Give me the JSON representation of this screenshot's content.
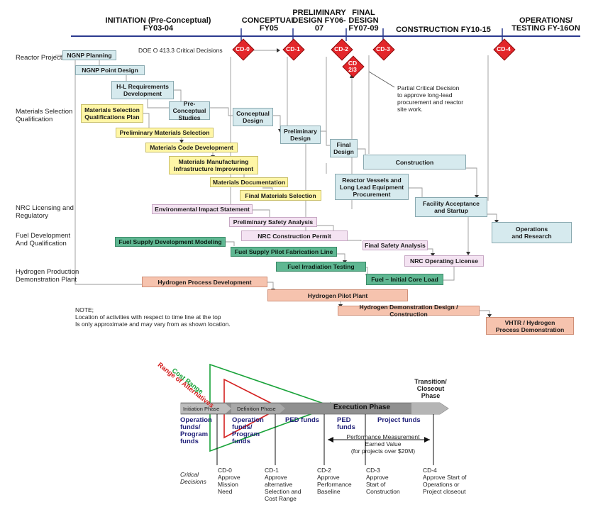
{
  "timeline": {
    "phases": [
      {
        "id": "initiation",
        "label": "INITIATION\n(Pre-Conceptual) FY03-04"
      },
      {
        "id": "conceptual",
        "label": "CONCEPTUAL\nFY05"
      },
      {
        "id": "preliminary",
        "label": "PRELIMINARY\nDESIGN\nFY06-07"
      },
      {
        "id": "final",
        "label": "FINAL\nDESIGN\nFY07-09"
      },
      {
        "id": "construction",
        "label": "CONSTRUCTION FY10-15"
      },
      {
        "id": "operations",
        "label": "OPERATIONS/\nTESTING FY-16ON"
      }
    ],
    "doe_label": "DOE O 413.3 Critical Decisions",
    "cd_markers": [
      {
        "id": "cd0",
        "label": "CD-0"
      },
      {
        "id": "cd1",
        "label": "CD-1"
      },
      {
        "id": "cd2",
        "label": "CD-2"
      },
      {
        "id": "cd3",
        "label": "CD-3"
      },
      {
        "id": "cd23",
        "label": "CD\n2/3"
      },
      {
        "id": "cd4",
        "label": "CD-4"
      }
    ],
    "partial_note": "Partial Critical Decision\nto approve long-lead\nprocurement and reactor\nsite work."
  },
  "categories": [
    {
      "id": "reactor",
      "label": "Reactor Project"
    },
    {
      "id": "materials",
      "label": "Materials Selection\nQualification"
    },
    {
      "id": "nrc",
      "label": "NRC Licensing and\nRegulatory"
    },
    {
      "id": "fuel",
      "label": "Fuel Development\nAnd Qualification"
    },
    {
      "id": "hydrogen",
      "label": "Hydrogen Production\nDemonstration Plant"
    }
  ],
  "activities": [
    {
      "id": "ngnp-planning",
      "label": "NGNP Planning",
      "color": "blue"
    },
    {
      "id": "ngnp-point",
      "label": "NGNP Point Design",
      "color": "blue"
    },
    {
      "id": "hl-req",
      "label": "H-L Requirements\nDevelopment",
      "color": "blue"
    },
    {
      "id": "pre-conceptual",
      "label": "Pre-Conceptual\nStudies",
      "color": "blue"
    },
    {
      "id": "conceptual-design",
      "label": "Conceptual\nDesign",
      "color": "blue"
    },
    {
      "id": "preliminary-design",
      "label": "Preliminary\nDesign",
      "color": "blue"
    },
    {
      "id": "final-design",
      "label": "Final\nDesign",
      "color": "blue"
    },
    {
      "id": "construction",
      "label": "Construction",
      "color": "blue"
    },
    {
      "id": "reactor-vessels",
      "label": "Reactor Vessels and\nLong  Lead Equipment\nProcurement",
      "color": "blue"
    },
    {
      "id": "facility-acceptance",
      "label": "Facility Acceptance\nand Startup",
      "color": "blue"
    },
    {
      "id": "operations-research",
      "label": "Operations\nand Research",
      "color": "blue"
    },
    {
      "id": "mat-sel-plan",
      "label": "Materials Selection\nQualifications Plan",
      "color": "yellow"
    },
    {
      "id": "prelim-mat",
      "label": "Preliminary Materials Selection",
      "color": "yellow"
    },
    {
      "id": "mat-code",
      "label": "Materials Code Development",
      "color": "yellow"
    },
    {
      "id": "mat-mfg",
      "label": "Materials Manufacturing\nInfrastructure Improvement",
      "color": "yellow"
    },
    {
      "id": "mat-doc",
      "label": "Materials Documentation",
      "color": "yellow"
    },
    {
      "id": "final-mat",
      "label": "Final Materials Selection",
      "color": "yellow"
    },
    {
      "id": "env-impact",
      "label": "Environmental Impact Statement",
      "color": "purple"
    },
    {
      "id": "prelim-safety",
      "label": "Preliminary Safety Analysis",
      "color": "purple"
    },
    {
      "id": "nrc-construction",
      "label": "NRC Construction Permit",
      "color": "purple"
    },
    {
      "id": "final-safety",
      "label": "Final Safety Analysis",
      "color": "purple"
    },
    {
      "id": "nrc-operating",
      "label": "NRC Operating License",
      "color": "purple"
    },
    {
      "id": "fuel-supply-dev",
      "label": "Fuel Supply Development Modeling",
      "color": "green"
    },
    {
      "id": "fuel-pilot",
      "label": "Fuel Supply Pilot Fabrication Line",
      "color": "green"
    },
    {
      "id": "fuel-irradiation",
      "label": "Fuel Irradiation Testing",
      "color": "green"
    },
    {
      "id": "fuel-core",
      "label": "Fuel – Initial Core Load",
      "color": "green"
    },
    {
      "id": "h2-process",
      "label": "Hydrogen Process Development",
      "color": "salmon"
    },
    {
      "id": "h2-pilot",
      "label": "Hydrogen Pilot Plant",
      "color": "salmon"
    },
    {
      "id": "h2-demo",
      "label": "Hydrogen Demonstration Design / Construction",
      "color": "salmon"
    },
    {
      "id": "vhtr",
      "label": "VHTR / Hydrogen\nProcess Demonstration",
      "color": "salmon"
    }
  ],
  "note": "NOTE;\nLocation of activities with respect to time line at the top\nIs only approximate and may vary from as shown location.",
  "lower": {
    "range_alternatives": "Range of Alternatives",
    "cost_range": "Cost Range",
    "initiation_phase": "Initiation Phase",
    "definition_phase": "Definition Phase",
    "execution_phase": "Execution Phase",
    "transition": "Transition/\nCloseout\nPhase",
    "funds": [
      {
        "id": "op1",
        "label": "Operation\nfunds/\nProgram\nfunds"
      },
      {
        "id": "op2",
        "label": "Operation\nfunds/\nProgram\nfunds"
      },
      {
        "id": "ped",
        "label": "PED funds"
      },
      {
        "id": "ped2",
        "label": "PED\nfunds"
      },
      {
        "id": "project",
        "label": "Project funds"
      }
    ],
    "performance": "Performance Measurement\nEarned Value\n(for projects over $20M)",
    "critical_decisions": "Critical\nDecisions",
    "decisions": [
      {
        "id": "d0",
        "label": "CD-0\nApprove\nMission\nNeed"
      },
      {
        "id": "d1",
        "label": "CD-1\nApprove\nalternative\nSelection and\nCost Range"
      },
      {
        "id": "d2",
        "label": "CD-2\nApprove\nPerformance\nBaseline"
      },
      {
        "id": "d3",
        "label": "CD-3\nApprove\nStart of\nConstruction"
      },
      {
        "id": "d4",
        "label": "CD-4\nApprove Start of\nOperations or\nProject closeout"
      }
    ]
  },
  "colors": {
    "timeline": "#2b3a8f",
    "cd": "#e3262a",
    "arrow_red": "#d4201f",
    "arrow_green": "#1aa33a",
    "bar": "#8f8f8f"
  }
}
